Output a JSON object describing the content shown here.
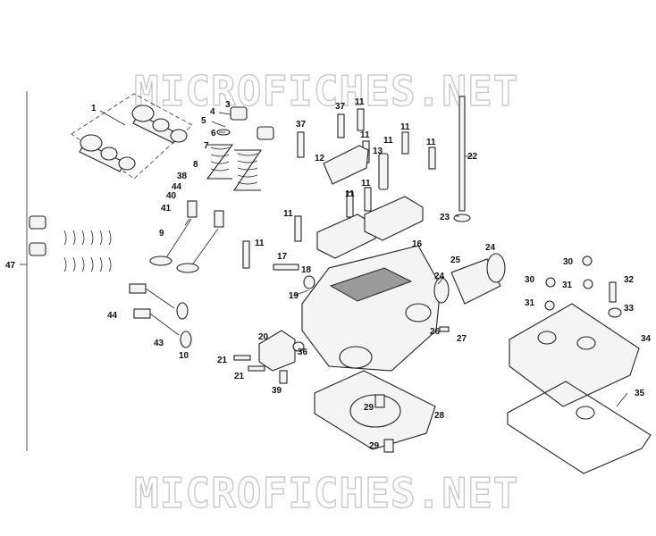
{
  "watermark": {
    "text": "MICROFICHES.NET"
  },
  "callouts": [
    {
      "n": "1"
    },
    {
      "n": "3"
    },
    {
      "n": "4"
    },
    {
      "n": "5"
    },
    {
      "n": "6"
    },
    {
      "n": "7"
    },
    {
      "n": "8"
    },
    {
      "n": "38"
    },
    {
      "n": "44"
    },
    {
      "n": "40"
    },
    {
      "n": "41"
    },
    {
      "n": "9"
    },
    {
      "n": "37"
    },
    {
      "n": "11"
    },
    {
      "n": "11"
    },
    {
      "n": "11"
    },
    {
      "n": "12"
    },
    {
      "n": "13"
    },
    {
      "n": "11"
    },
    {
      "n": "11"
    },
    {
      "n": "22"
    },
    {
      "n": "23"
    },
    {
      "n": "11"
    },
    {
      "n": "11"
    },
    {
      "n": "11"
    },
    {
      "n": "16"
    },
    {
      "n": "17"
    },
    {
      "n": "18"
    },
    {
      "n": "19"
    },
    {
      "n": "24"
    },
    {
      "n": "25"
    },
    {
      "n": "24"
    },
    {
      "n": "26"
    },
    {
      "n": "27"
    },
    {
      "n": "47"
    },
    {
      "n": "44"
    },
    {
      "n": "43"
    },
    {
      "n": "10"
    },
    {
      "n": "20"
    },
    {
      "n": "36"
    },
    {
      "n": "21"
    },
    {
      "n": "21"
    },
    {
      "n": "39"
    },
    {
      "n": "29"
    },
    {
      "n": "28"
    },
    {
      "n": "29"
    },
    {
      "n": "30"
    },
    {
      "n": "30"
    },
    {
      "n": "31"
    },
    {
      "n": "32"
    },
    {
      "n": "31"
    },
    {
      "n": "33"
    },
    {
      "n": "34"
    },
    {
      "n": "35"
    }
  ]
}
